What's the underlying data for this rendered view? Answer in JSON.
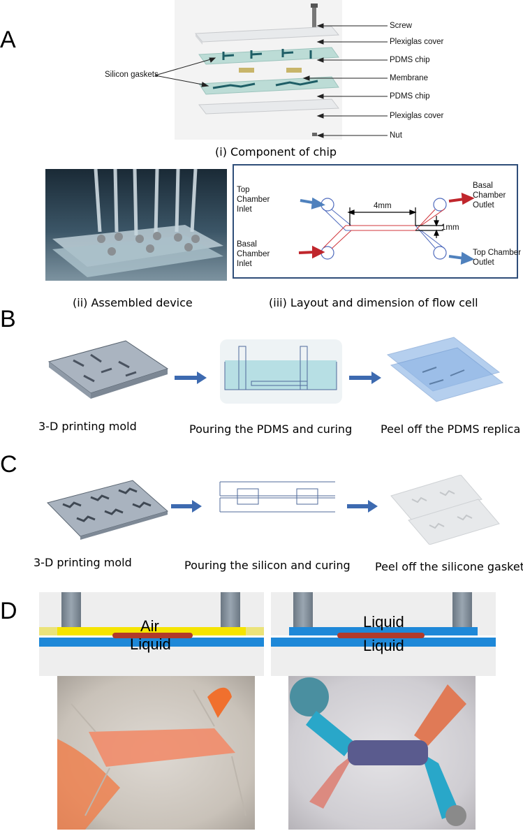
{
  "panels": {
    "a": "A",
    "b": "B",
    "c": "C",
    "d": "D"
  },
  "panel_a": {
    "layer_labels": [
      "Screw",
      "Plexiglas  cover",
      "PDMS chip",
      "Membrane",
      "PDMS chip",
      "Plexiglas  cover",
      "Nut"
    ],
    "gasket_label": "Silicon gaskets",
    "caption_i": "(i) Component of chip",
    "caption_ii": "(ii) Assembled device",
    "caption_iii": "(iii) Layout and dimension of flow cell",
    "layout": {
      "top_inlet": "Top\nChamber\nInlet",
      "basal_inlet": "Basal\nChamber\nInlet",
      "basal_outlet": "Basal\nChamber\nOutlet",
      "top_outlet": "Top Chamber\nOutlet",
      "dim_length": "4mm",
      "dim_width": "1mm",
      "color_top": "#4f81bd",
      "color_basal": "#c0262c"
    }
  },
  "panel_b": {
    "captions": [
      "3-D printing mold",
      "Pouring the PDMS  and curing",
      "Peel off the PDMS replica"
    ]
  },
  "panel_c": {
    "captions": [
      "3-D printing mold",
      "Pouring the silicon and curing",
      "Peel off the silicone gasket"
    ]
  },
  "panel_d": {
    "left_top_label": "Air",
    "left_bottom_label": "Liquid",
    "right_top_label": "Liquid",
    "right_bottom_label": "Liquid",
    "color_air": "#f5e400",
    "color_liquid": "#1e88d8"
  }
}
